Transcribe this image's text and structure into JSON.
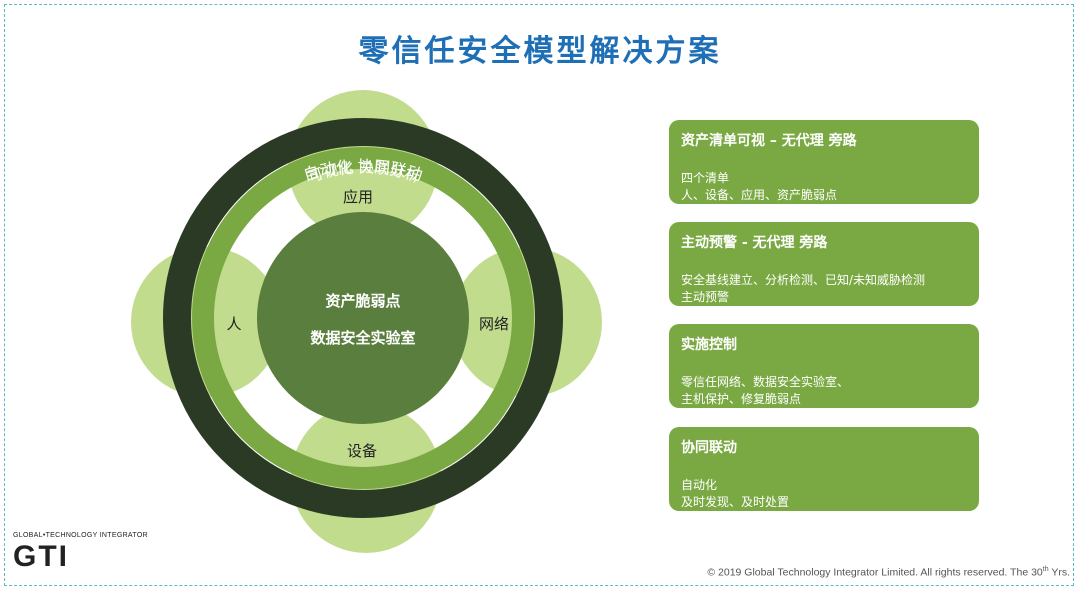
{
  "title": "零信任安全模型解决方案",
  "diagram": {
    "outer_ring_label": "自动化 协同联动",
    "inner_ring_label": "可视化 关联分析",
    "petals": {
      "top": "应用",
      "left": "人",
      "right": "网络",
      "bottom": "设备"
    },
    "center": {
      "line1": "资产脆弱点",
      "line2": "数据安全实验室"
    },
    "colors": {
      "petal": "#c2dc8e",
      "outer_ring": "#2b3a25",
      "inner_ring": "#7aa944",
      "center": "#5a7e3d"
    }
  },
  "cards": [
    {
      "heading": "资产清单可视 – 无代理 旁路",
      "lines": [
        "四个清单",
        "人、设备、应用、资产脆弱点"
      ]
    },
    {
      "heading": "主动预警 - 无代理 旁路",
      "lines": [
        "安全基线建立、分析检测、已知/未知威胁检测",
        "主动预警"
      ]
    },
    {
      "heading": "实施控制",
      "lines": [
        "零信任网络、数据安全实验室、",
        "主机保护、修复脆弱点"
      ]
    },
    {
      "heading": "协同联动",
      "lines": [
        "自动化",
        "及时发现、及时处置"
      ]
    }
  ],
  "logo": {
    "top_text": "GLOBAL•TECHNOLOGY INTEGRATOR",
    "mark": "GTI"
  },
  "copyright": {
    "text": "© 2019 Global Technology Integrator Limited. All rights reserved. The 30",
    "sup": "th",
    "tail": " Yrs."
  }
}
